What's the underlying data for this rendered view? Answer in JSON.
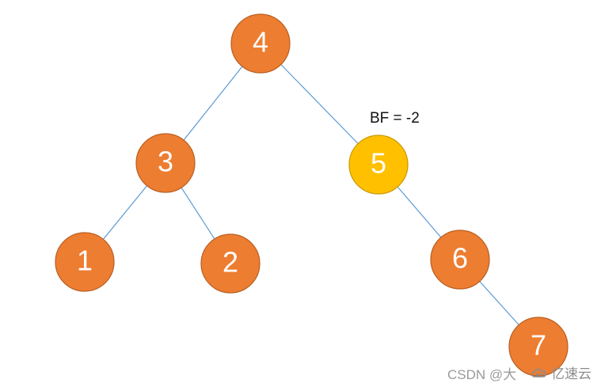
{
  "diagram": {
    "colors": {
      "node_fill": "#ED7D31",
      "node_stroke": "#B85F22",
      "highlight_fill": "#FFC000",
      "highlight_stroke": "#C99A00",
      "edge": "#5B9BD5",
      "node_text": "#FFFFFF"
    },
    "nodes": [
      {
        "id": "n4",
        "label": "4",
        "highlight": false
      },
      {
        "id": "n3",
        "label": "3",
        "highlight": false
      },
      {
        "id": "n5",
        "label": "5",
        "highlight": true
      },
      {
        "id": "n1",
        "label": "1",
        "highlight": false
      },
      {
        "id": "n2",
        "label": "2",
        "highlight": false
      },
      {
        "id": "n6",
        "label": "6",
        "highlight": false
      },
      {
        "id": "n7",
        "label": "7",
        "highlight": false
      }
    ],
    "edges": [
      {
        "from": "n4",
        "to": "n3"
      },
      {
        "from": "n4",
        "to": "n5"
      },
      {
        "from": "n3",
        "to": "n1"
      },
      {
        "from": "n3",
        "to": "n2"
      },
      {
        "from": "n5",
        "to": "n6"
      },
      {
        "from": "n6",
        "to": "n7"
      }
    ],
    "annotation": "BF = -2"
  },
  "watermark": {
    "left_text": "CSDN @大",
    "right_text": "亿速云"
  }
}
